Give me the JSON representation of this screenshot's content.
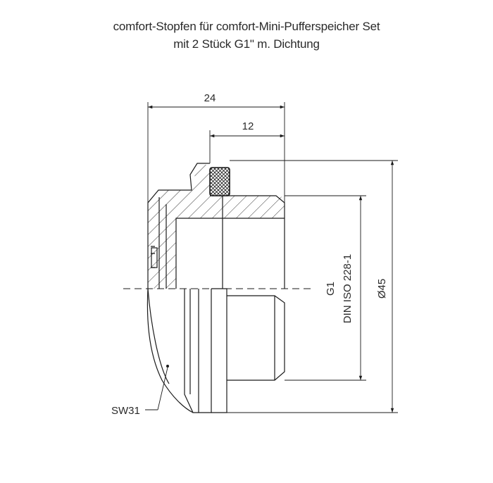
{
  "title": {
    "line1": "comfort-Stopfen für comfort-Mini-Pufferspeicher Set",
    "line2": "mit 2 Stück G1\" m. Dichtung"
  },
  "dimensions": {
    "overall_length": "24",
    "thread_length": "12",
    "thread_label": "G1",
    "thread_standard": "DIN ISO 228-1",
    "diameter": "Ø45",
    "wrench_size": "SW31"
  },
  "colors": {
    "line": "#1a1a1a",
    "text": "#2a2a2a",
    "background": "#ffffff"
  }
}
